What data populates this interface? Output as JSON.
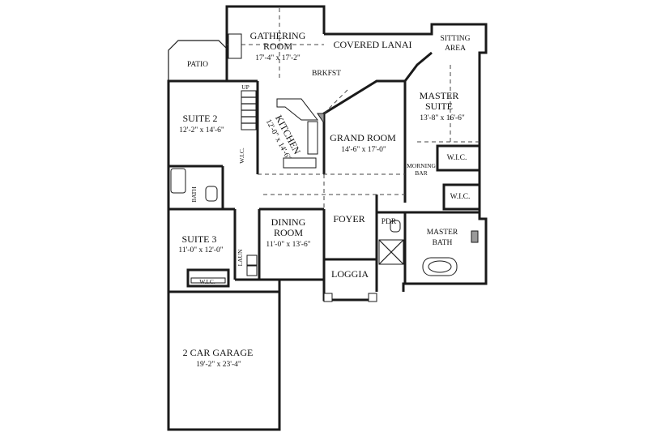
{
  "rooms": {
    "gathering_room": {
      "name_1": "GATHERING",
      "name_2": "ROOM",
      "dims": "17'-4\" x 17'-2\""
    },
    "covered_lanai": {
      "name": "COVERED LANAI"
    },
    "sitting_area": {
      "name_1": "SITTING",
      "name_2": "AREA"
    },
    "patio": {
      "name": "PATIO"
    },
    "brkfst": {
      "name": "BRKFST"
    },
    "up": {
      "name": "UP"
    },
    "master_suite": {
      "name_1": "MASTER",
      "name_2": "SUITE",
      "dims": "13'-8\" x 16'-6\""
    },
    "suite_2": {
      "name": "SUITE 2",
      "dims": "12'-2\" x 14'-6\""
    },
    "kitchen": {
      "name": "KITCHEN",
      "dims": "12'-0\" x 14'-6\""
    },
    "grand_room": {
      "name": "GRAND ROOM",
      "dims": "14'-6\" x 17'-0\""
    },
    "wic_kitchen": {
      "name": "W.I.C."
    },
    "wic_master_1": {
      "name": "W.I.C."
    },
    "morning_bar": {
      "name_1": "MORNING",
      "name_2": "BAR"
    },
    "wic_master_2": {
      "name": "W.I.C."
    },
    "bath": {
      "name": "BATH"
    },
    "dining_room": {
      "name_1": "DINING",
      "name_2": "ROOM",
      "dims": "11'-0\" x 13'-6\""
    },
    "foyer": {
      "name": "FOYER"
    },
    "pdr": {
      "name": "PDR"
    },
    "master_bath": {
      "name_1": "MASTER",
      "name_2": "BATH"
    },
    "suite_3": {
      "name": "SUITE 3",
      "dims": "11'-0\" x 12'-0\""
    },
    "laun": {
      "name": "LAUN"
    },
    "loggia": {
      "name": "LOGGIA"
    },
    "wic_suite_3": {
      "name": "W.I.C."
    },
    "garage": {
      "name": "2 CAR GARAGE",
      "dims": "19'-2\" x 23'-4\""
    }
  }
}
